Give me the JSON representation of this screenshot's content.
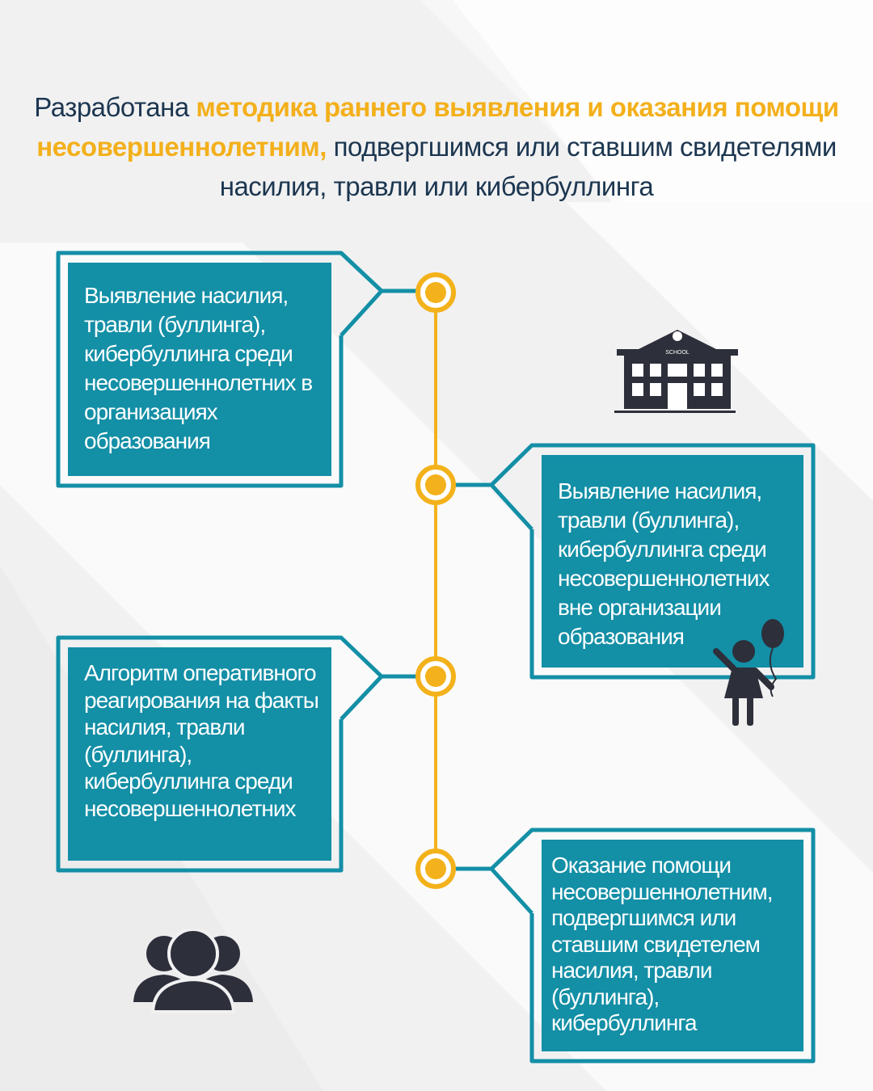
{
  "title": {
    "part1": "Разработана ",
    "highlight": "методика раннего выявления и оказания помощи несовершеннолетним,",
    "part2": " подвергшимся или ставшим свидетелями насилия, травли или кибербуллинга"
  },
  "steps": [
    {
      "text": "Выявление насилия, травли (буллинга), кибербуллинга среди несовершеннолетних в организациях образования"
    },
    {
      "text": "Выявление насилия, травли (буллинга), кибербуллинга среди несовершеннолетних вне организации образования"
    },
    {
      "text": "Алгоритм оперативного реагирования на факты насилия, травли (буллинга), кибербуллинга среди несовершеннолетних"
    },
    {
      "text": "Оказание помощи несовершеннолетним, подвергшимся или ставшим свидетелем насилия, травли (буллинга), кибербуллинга"
    }
  ],
  "icons": {
    "school_label": "SCHOOL"
  },
  "colors": {
    "teal": "#138fa6",
    "yellow": "#f3b21b",
    "navy": "#1c3650",
    "icon": "#2d2f3a"
  }
}
